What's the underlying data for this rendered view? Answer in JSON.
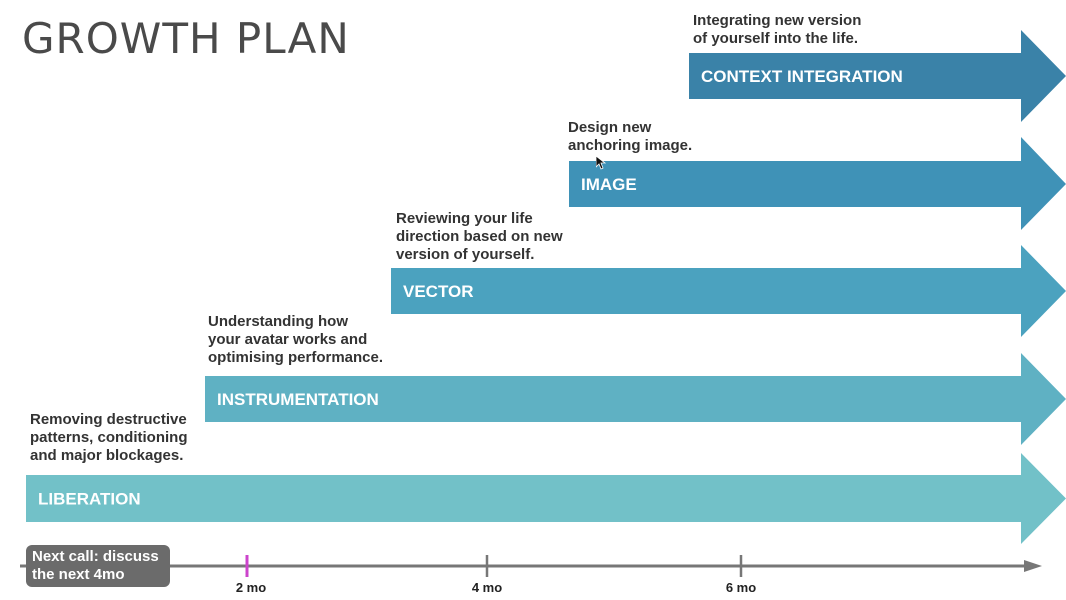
{
  "title": "GROWTH PLAN",
  "stages": [
    {
      "label": "LIBERATION",
      "description": "Removing destructive\npatterns, conditioning\nand major blockages.",
      "color": "#72c1c8"
    },
    {
      "label": "INSTRUMENTATION",
      "description": "Understanding  how\nyour avatar works and\noptimising performance.",
      "color": "#5fb1c3"
    },
    {
      "label": "VECTOR",
      "description": "Reviewing your life\ndirection based on new\nversion of yourself.",
      "color": "#4ba2bf"
    },
    {
      "label": "IMAGE",
      "description": "Design new\nanchoring image.",
      "color": "#3f92b7"
    },
    {
      "label": "CONTEXT INTEGRATION",
      "description": "Integrating new version\nof yourself into the life.",
      "color": "#3a82a8"
    }
  ],
  "timeline": {
    "callout": "Next call: discuss\nthe next 4mo",
    "ticks": [
      {
        "label": "2 mo",
        "highlight": true,
        "color": "#cc44cc"
      },
      {
        "label": "4 mo",
        "highlight": false,
        "color": "#777777"
      },
      {
        "label": "6 mo",
        "highlight": false,
        "color": "#777777"
      }
    ],
    "axis_color": "#777777"
  }
}
